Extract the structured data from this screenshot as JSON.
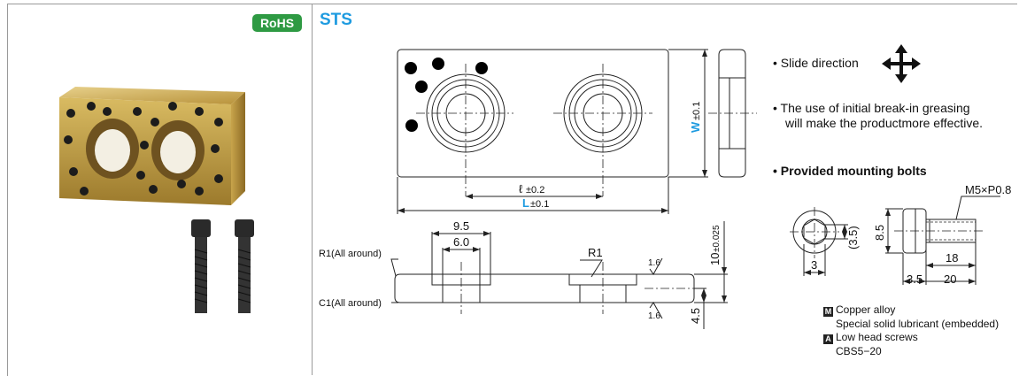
{
  "badge": "RoHS",
  "title": "STS",
  "colors": {
    "rohs": "#2e9a43",
    "accent": "#1e9be0",
    "brass": "#c9a64a"
  },
  "notes": {
    "slide_direction": "• Slide direction",
    "greasing_line1": "• The use of initial break-in greasing",
    "greasing_line2": "will make the productmore effective.",
    "bolts_heading": "• Provided mounting bolts"
  },
  "materials": {
    "m_badge": "M",
    "m_line1": "Copper alloy",
    "m_line2": "Special solid lubricant (embedded)",
    "a_badge": "A",
    "a_line1": "Low head screws",
    "a_line2": "CBS5−20"
  },
  "dims": {
    "w_letter": "W",
    "w_tol": "±0.1",
    "l_small": "ℓ",
    "l_small_tol": "±0.2",
    "l_big": "L",
    "l_big_tol": "±0.1",
    "d95": "9.5",
    "d60": "6.0",
    "r1_all": "R1(All around)",
    "c1_all": "C1(All around)",
    "r1": "R1",
    "rough1": "1.6",
    "rough2": "1.6",
    "t10": "10",
    "t10_tol": "±0.025",
    "d45": "4.5",
    "bolt_thread": "M5×P0.8",
    "b85": "8.5",
    "b35p": "(3.5)",
    "b3": "3",
    "b18": "18",
    "b35": "3.5",
    "b20": "20"
  }
}
